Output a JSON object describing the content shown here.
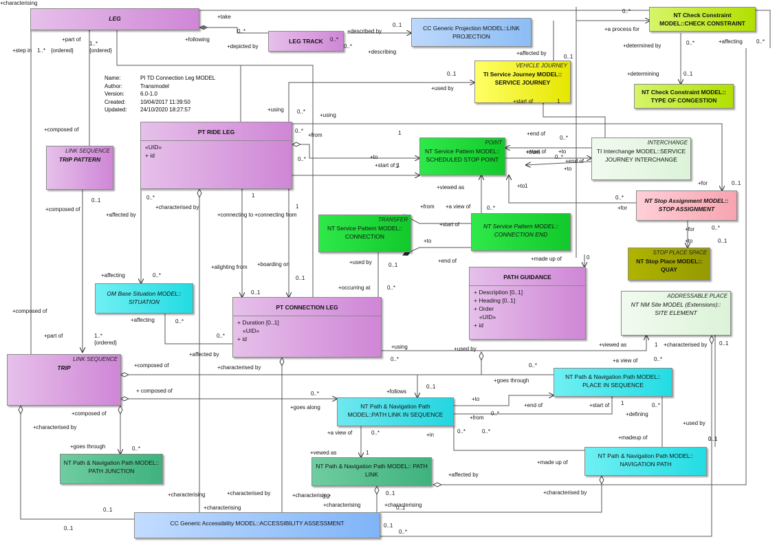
{
  "meta": [
    {
      "key": "Name:",
      "value": "PI TD Connection Leg MODEL"
    },
    {
      "key": "Author:",
      "value": "Transmodel"
    },
    {
      "key": "Version:",
      "value": "6.0-1.0"
    },
    {
      "key": "Created:",
      "value": "10/04/2017 11:39:50"
    },
    {
      "key": "Updated:",
      "value": "24/10/2020 18:27:57"
    }
  ],
  "boxes": {
    "leg": {
      "stereo": "",
      "name": "LEG",
      "attrs": []
    },
    "leg_track": {
      "stereo": "",
      "name": "LEG TRACK",
      "attrs": []
    },
    "link_projection": {
      "stereo": "",
      "name": "CC Generic Projection MODEL::LINK PROJECTION",
      "attrs": []
    },
    "check_constraint": {
      "stereo": "",
      "name": "NT Check Constraint MODEL::CHECK CONSTRAINT",
      "attrs": []
    },
    "type_of_congestion": {
      "stereo": "",
      "name": "NT Check Constraint MODEL:: TYPE OF CONGESTION",
      "attrs": []
    },
    "service_journey": {
      "stereo": "VEHICLE JOURNEY",
      "name": "TI Service Journey MODEL:: SERVICE JOURNEY",
      "attrs": []
    },
    "trip_pattern": {
      "stereo": "LINK SEQUENCE",
      "name": "TRIP PATTERN",
      "attrs": []
    },
    "pt_ride_leg": {
      "stereo": "",
      "name": "PT RIDE LEG",
      "attrs": [
        "«UID»",
        "+ id"
      ]
    },
    "scheduled_stop_point": {
      "stereo": "POINT",
      "name": "NT Service Pattern MODEL:: SCHEDULED STOP POINT",
      "attrs": []
    },
    "interchange": {
      "stereo": "INTERCHANGE",
      "name": "TI Interchange MODEL::SERVICE JOURNEY INTERCHANGE",
      "attrs": []
    },
    "stop_assignment": {
      "stereo": "",
      "name": "NT Stop Assignment MODEL:: STOP ASSIGNMENT",
      "attrs": []
    },
    "connection": {
      "stereo": "TRANSFER",
      "name": "NT Service Pattern MODEL:: CONNECTION",
      "attrs": []
    },
    "connection_end": {
      "stereo": "",
      "name": "NT Service Pattern MODEL:: CONNECTION END",
      "attrs": []
    },
    "quay": {
      "stereo": "STOP PLACE SPACE",
      "name": "NT Stop Place MODEL:: QUAY",
      "attrs": []
    },
    "situation": {
      "stereo": "",
      "name": "OM Base Situation MODEL:: SITUATION",
      "attrs": []
    },
    "pt_connection_leg": {
      "stereo": "",
      "name": "PT CONNECTION LEG",
      "attrs": [
        "+ Duration [0..1]",
        "«UID»",
        "+ id"
      ]
    },
    "path_guidance": {
      "stereo": "",
      "name": "PATH GUIDANCE",
      "attrs": [
        "+ Description [0..1]",
        "+ Heading [0..1]",
        "+ Order",
        "«UID»",
        "+ id"
      ]
    },
    "site_element": {
      "stereo": "ADDRESSABLE PLACE",
      "name": "NT NM Site MODEL (Extensions):: SITE ELEMENT",
      "attrs": []
    },
    "trip": {
      "stereo": "LINK SEQUENCE",
      "name": "TRIP",
      "attrs": []
    },
    "place_in_sequence": {
      "stereo": "",
      "name": "NT Path & Navigation Path MODEL:: PLACE IN SEQUENCE",
      "attrs": []
    },
    "path_link_in_sequence": {
      "stereo": "",
      "name": "NT Path & Navigation Path MODEL::PATH LINK IN SEQUENCE",
      "attrs": []
    },
    "path_junction": {
      "stereo": "",
      "name": "NT Path & Navigation Path MODEL:: PATH JUNCTION",
      "attrs": []
    },
    "path_link": {
      "stereo": "",
      "name": "NT Path & Navigation Path MODEL:: PATH LINK",
      "attrs": []
    },
    "navigation_path": {
      "stereo": "",
      "name": "NT Path & Navigation Path MODEL:: NAVIGATION PATH",
      "attrs": []
    },
    "accessibility_assessment": {
      "stereo": "",
      "name": "CC Generic Accessibility MODEL::ACCESSIBILITY ASSESSMENT",
      "attrs": []
    }
  },
  "labels": [
    "+take",
    "0..*",
    "+part of",
    "1..*",
    "{ordered}",
    "+step in",
    "1..*",
    "{ordered}",
    "+following",
    "+depicted by",
    "0..*",
    "+described by",
    "0..1",
    "0..*",
    "+describing",
    "0..*",
    "+a process for",
    "+affecting",
    "0..*",
    "+determined by",
    "0..*",
    "+determining",
    "0..1",
    "+affected by",
    "0..1",
    "0..1",
    "+used by",
    "+start of",
    "1",
    "+using",
    "0..*",
    "+using",
    "+composed of",
    "0..*",
    "+from",
    "1",
    "+end of",
    "0..*",
    "+start of",
    "+to",
    "1",
    "0..*",
    "+to",
    "+start of",
    "+from",
    "1",
    "+end of",
    "0..*",
    "+to",
    "+to",
    "1",
    "+viewed as",
    "+for",
    "0..1",
    "0..*",
    "+for",
    "+from",
    "+a view of",
    "0..*",
    "+start of",
    "+to",
    "+end of",
    "+for",
    "0..*",
    "+to",
    "0..1",
    "0..*",
    "+characterised by",
    "+connecting to",
    "+connecting from",
    "1",
    "1",
    "0..1",
    "+composed of",
    "+affected by",
    "+affecting",
    "0..*",
    "+alighting from",
    "+boarding on",
    "0..1",
    "0..1",
    "+used by",
    "0..1",
    "+made up of",
    "0",
    "+occurring at",
    "0..*",
    "+affecting",
    "0..*",
    "0..*",
    "+composed of",
    "+part of",
    "1..*",
    "{ordered}",
    "+affected by",
    "+using",
    "0..*",
    "+used by",
    "+viewed as",
    "1",
    "+characterised by",
    "0..1",
    "+a view of",
    "0..*",
    "+composed of",
    "+characterised by",
    "+goes through",
    "0..*",
    "+follows",
    "0..1",
    "+ composed of",
    "0..*",
    "+goes along",
    "+to",
    "+end of",
    "+start of",
    "1",
    "+defining",
    "0..*",
    "+from",
    "0..*",
    "+in",
    "0..*",
    "0..*",
    "0..1",
    "+composed of",
    "+characterised by",
    "+goes through",
    "0..*",
    "+a view of",
    "0..*",
    "+vewed as",
    "1",
    "+made up of",
    "+madeup of",
    "+used by",
    "0..1",
    "+affected by",
    "+characterised by",
    "+characterising",
    "0..1",
    "+characterised by",
    "+characterising",
    "0..1",
    "0..*",
    "+characterising",
    "+characterising",
    "0..1",
    "0..1",
    "+characterising",
    "0..1",
    "0..*",
    "+characterising"
  ]
}
